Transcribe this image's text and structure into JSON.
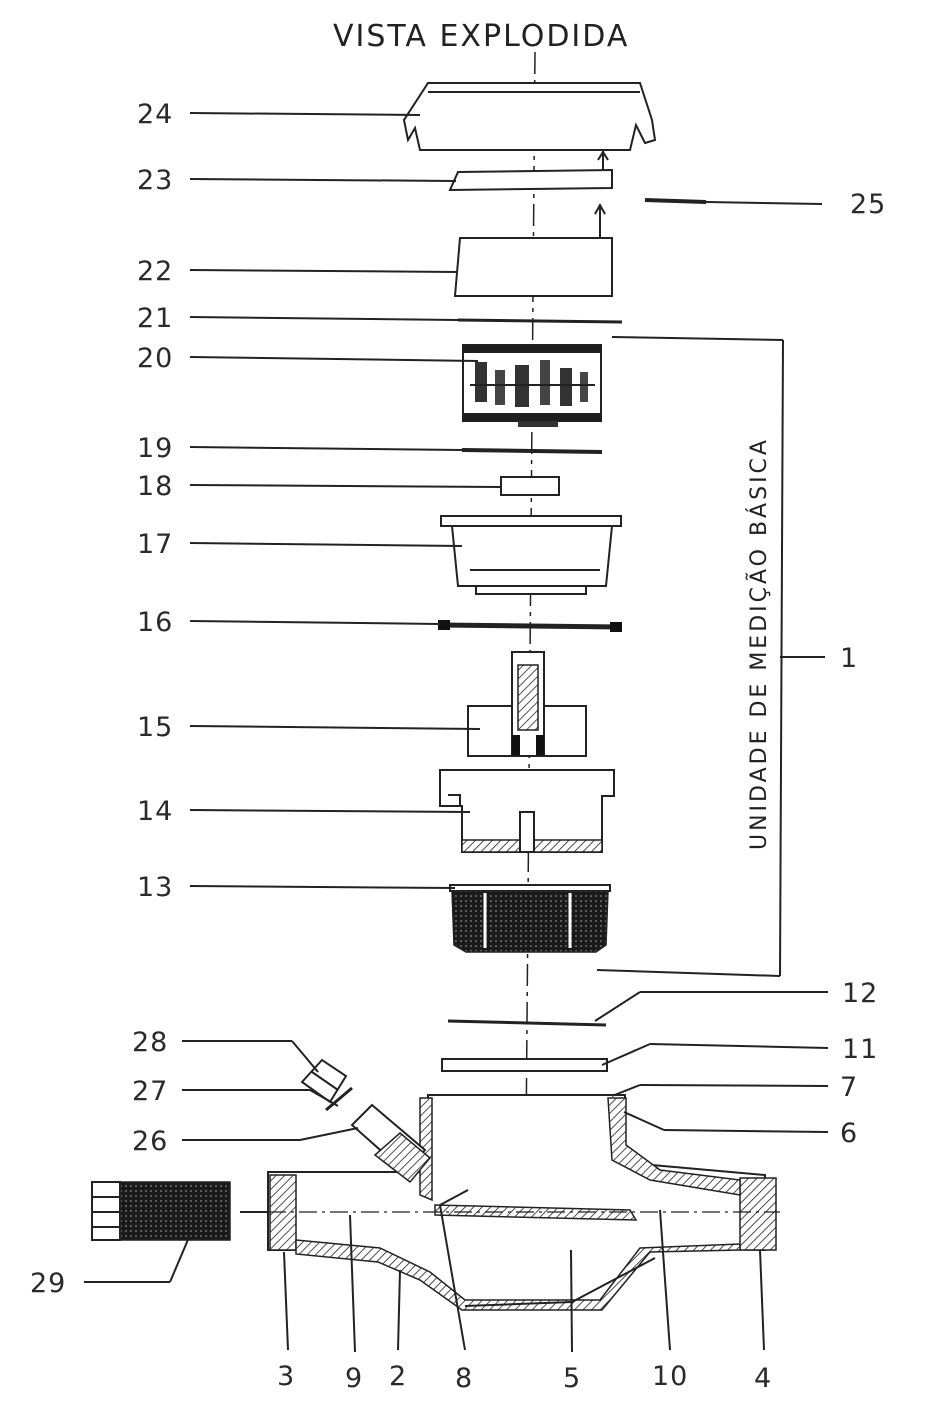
{
  "title": "VISTA EXPLODIDA",
  "group_label": "UNIDADE DE MEDIÇÃO BÁSICA",
  "labels": {
    "l1": "1",
    "l2": "2",
    "l3": "3",
    "l4": "4",
    "l5": "5",
    "l6": "6",
    "l7": "7",
    "l8": "8",
    "l9": "9",
    "l10": "10",
    "l11": "11",
    "l12": "12",
    "l13": "13",
    "l14": "14",
    "l15": "15",
    "l16": "16",
    "l17": "17",
    "l18": "18",
    "l19": "19",
    "l20": "20",
    "l21": "21",
    "l22": "22",
    "l23": "23",
    "l24": "24",
    "l25": "25",
    "l26": "26",
    "l27": "27",
    "l28": "28",
    "l29": "29"
  }
}
